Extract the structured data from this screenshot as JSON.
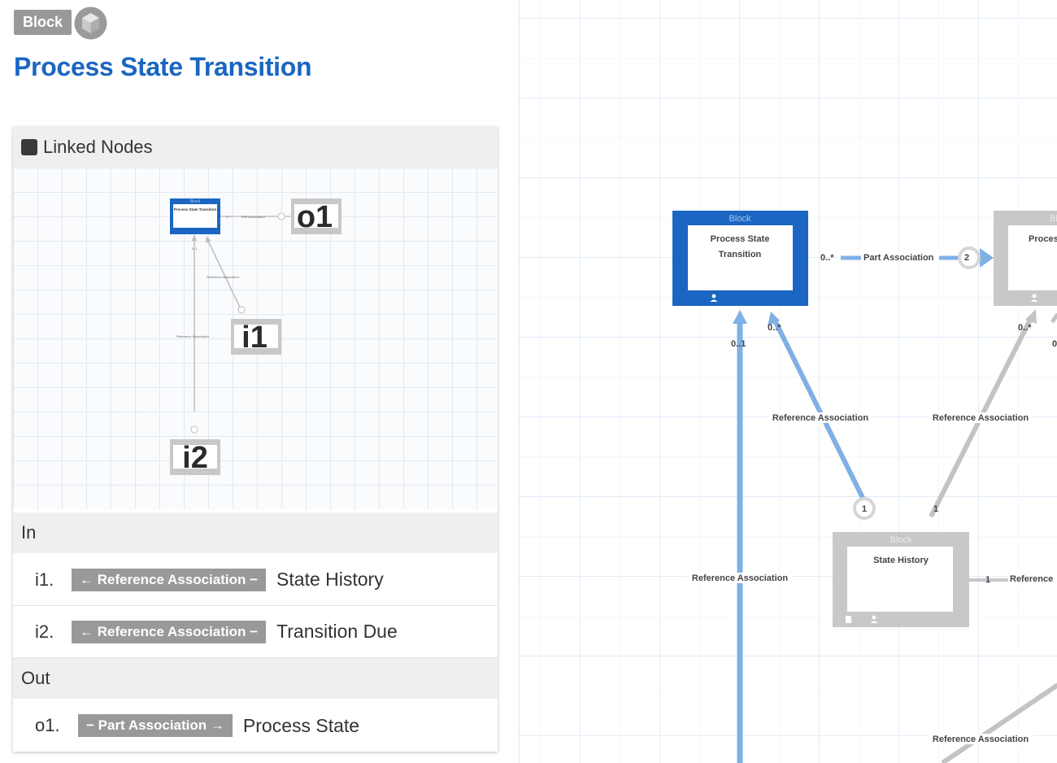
{
  "header": {
    "badge_label": "Block",
    "title": "Process State Transition"
  },
  "linked_nodes": {
    "title": "Linked Nodes",
    "mini_diagram": {
      "main_badge": "Block",
      "main_title": "Process State Transition",
      "o1": "o1",
      "i1": "i1",
      "i2": "i2",
      "part_label": "Part Association",
      "ref_label_1": "Reference Association",
      "ref_label_2": "Reference Association",
      "mult_a": "0..*",
      "mult_b": "0..1"
    }
  },
  "in_section": {
    "title": "In",
    "rows": [
      {
        "index": "i1.",
        "association": "← Reference Association −",
        "target": "State History"
      },
      {
        "index": "i2.",
        "association": "← Reference Association −",
        "target": "Transition Due"
      }
    ]
  },
  "out_section": {
    "title": "Out",
    "rows": [
      {
        "index": "o1.",
        "association": "− Part Association →",
        "target": "Process State"
      }
    ]
  },
  "canvas": {
    "main_block": {
      "badge": "Block",
      "line1": "Process State",
      "line2": "Transition"
    },
    "process_state_block": {
      "badge": "Bl",
      "line1": "Proces"
    },
    "state_history_block": {
      "badge": "Block",
      "line1": "State History"
    },
    "part_association": {
      "label": "Part Association",
      "mult_left": "0..*",
      "mult_right": "2"
    },
    "ref_main_left": {
      "label": "Reference Association",
      "mult": "0..1"
    },
    "ref_main_right": {
      "label": "Reference Association",
      "mult_top": "0..*",
      "mult_bottom": "1"
    },
    "ref_ps": {
      "label": "Reference Association",
      "mult_top": "0..*",
      "mult_bottom": "1"
    },
    "ps_edge_mult": "0",
    "ref_sh_out": {
      "label": "Reference",
      "mult": "1"
    },
    "ref_bottom": {
      "label": "Reference Association"
    }
  },
  "colors": {
    "accent": "#1a66c2",
    "edge_blue": "#7fb0e6",
    "neutral_gray": "#999999",
    "block_gray": "#c8c8c8"
  }
}
